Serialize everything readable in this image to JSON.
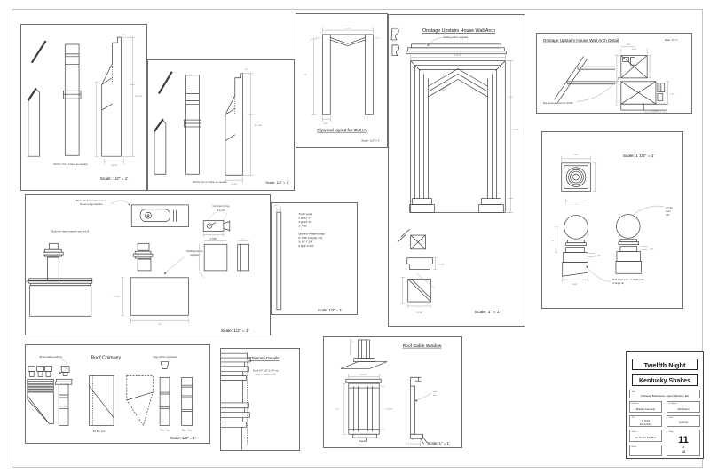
{
  "sheet": {
    "bg": "#ffffff",
    "line_color": "#3c3c3c"
  },
  "boxes": {
    "post_a": {
      "caption": "3/4 Ply: Cut 2, Frame as needed",
      "scale": "Scale: 1/2\" = 1'",
      "dims": [
        "1'-6\"",
        "10'-1 1/2\"",
        "1'-4 1/2\""
      ]
    },
    "post_b": {
      "caption": "3/4 Ply: Cut 2, Frame as needed",
      "scale": "Scale: 1/2\" = 1'",
      "dims": [
        "1'-6\"",
        "10'-1 1/2\"",
        "1'-4 1/2\""
      ]
    },
    "plywood": {
      "title": "Plywood layout for OUHA",
      "scale": "Scale: 1/2\" = 1'",
      "dims": [
        "4'-0 1/2\"",
        "7'-2\"",
        "6 1/2\"",
        "1\""
      ]
    },
    "arch": {
      "title": "Onstage Upstairs House Wall Arch",
      "note_molding": "Molding will be supplied",
      "scale": "Scale: 1\" = 1'",
      "dims": [
        "4'-10 1/2\"",
        "7'-1 3/4\"",
        "2'-2 1/2\"",
        "10 3/4\"",
        "1'-1 3/4\""
      ]
    },
    "arch_detail": {
      "title": "Onstage Upstairs House Wall Arch Detail",
      "scale": "Scale: 3\" = 1'",
      "note": "See plywood layout for OUHA",
      "dims": [
        "3 1/4\"",
        "1 1/2\"",
        "5 1/2\"",
        "1'-0 3/4\""
      ]
    },
    "finials": {
      "scale": "Scale: 1 1/2\" = 1'",
      "ball_note_1": "10\" dia.",
      "ball_note_2": "foam",
      "ball_note_3": "ball",
      "build_note_1": "Build 2 with angle cut, Build 2 with",
      "build_note_2": "no angle cut",
      "dims": [
        "1'-1/2\"",
        "1'",
        "9\"",
        "8 1/4\"",
        "1 1/2\""
      ]
    },
    "base": {
      "note_back_1": "Back should remain open to",
      "note_back_2": "house a fog machine",
      "note_build": "Build the base however you see fit",
      "note_molding_1": "Molding will be",
      "note_molding_2": "supplied",
      "note_fog_1": "Cut hole for fog",
      "note_fog_2": "Ø 3 1/2\"",
      "dim_fog": "4 7/8\"",
      "scale": "Scale: 1/2\" = 1'",
      "dims": [
        "2'-6 1/2\"",
        "3'-6\"",
        "1'-2\"",
        "5\""
      ]
    },
    "truss": {
      "lines": [
        "Truss Legs",
        "5 @ 12'-6\"",
        "3 @ 13'-9\"",
        "2- TBD",
        "Upstairs Platform legs",
        "6- TBD (roughly 14')",
        "3- 10'-7 1/4\"",
        "8 @ 4'-0 1/4\""
      ],
      "scale": "Scale: 1/2\" = 1'"
    },
    "chimney": {
      "title": "Roof Chimney",
      "note_molding": "Build molding with ply",
      "note_caps": "Caps will be purchased",
      "caption": "3/4 Ply: Cut 2",
      "front_label": "Front View",
      "back_label": "Back View",
      "scale": "Scale: 1/2\" = 1'"
    },
    "chimney_details": {
      "title": "Chimney Details",
      "note_1": "Stack 1/4\", 1/2\" & 3/4\" ply",
      "note_2": "strips to match profile"
    },
    "gable": {
      "title": "Roof Gable Window",
      "callout_1": "roof",
      "callout_2": "line",
      "scale": "Scale: 1\" = 1'",
      "dims": [
        "1'-10 1/2\"",
        "2'-2\"",
        "7'-10 1/2\"",
        "1'-0\""
      ]
    }
  },
  "title_block": {
    "show": "Twelfth Night",
    "company": "Kentucky Shakes",
    "title_label": "Title:",
    "title_value": "Archway, Buttresses, Upper Window, Etc",
    "director_label": "Director:",
    "director_value": "Bradley Kennedy",
    "designer_label": "Designer:",
    "designer_value": "Jeff Sherer",
    "td_label": "TD:",
    "td_value_1": "C. Smith",
    "td_value_2": "Scene Shop",
    "date_label": "Date:",
    "date_value": "5/9/13",
    "scale_label": "Scale:",
    "scale_value": "As Noted Per Box",
    "notes_label": "Notes:",
    "page_label": "Page:",
    "page_number": "11",
    "page_of": "of",
    "page_total": "13"
  }
}
